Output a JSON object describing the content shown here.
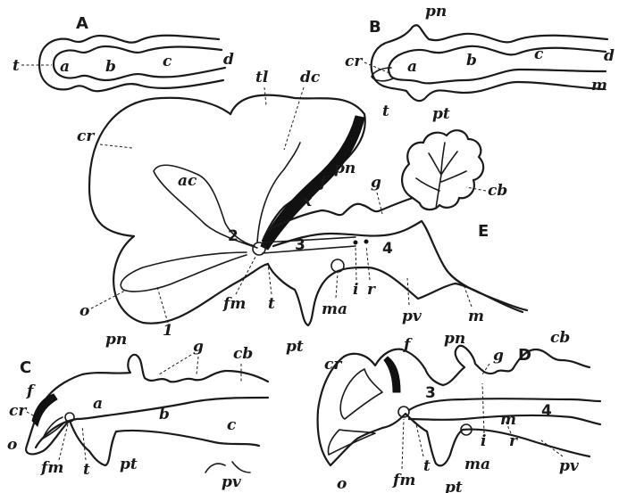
{
  "panel_A": {
    "letter": "A",
    "labels": {
      "t": "t",
      "a": "a",
      "b": "b",
      "c": "c",
      "d": "d"
    }
  },
  "panel_B": {
    "letter": "B",
    "labels": {
      "pn": "pn",
      "cr": "cr",
      "a": "a",
      "b": "b",
      "c": "c",
      "d": "d",
      "t": "t",
      "pt": "pt",
      "m": "m"
    }
  },
  "panel_E": {
    "letter": "E",
    "labels": {
      "tl": "tl",
      "dc": "dc",
      "cr": "cr",
      "ac": "ac",
      "pn": "pn",
      "f": "f",
      "x": "x",
      "g": "g",
      "cb": "cb",
      "n2": "2",
      "n3": "3",
      "n4": "4",
      "o": "o",
      "n1": "1",
      "fm": "fm",
      "t": "t",
      "pt": "pt",
      "ma": "ma",
      "i": "i",
      "r": "r",
      "pv": "pv",
      "m": "m"
    }
  },
  "panel_C": {
    "letter": "C",
    "labels": {
      "pn": "pn",
      "g": "g",
      "cb": "cb",
      "f": "f",
      "cr": "cr",
      "a": "a",
      "b": "b",
      "c": "c",
      "o": "o",
      "fm": "fm",
      "t": "t",
      "pt": "pt",
      "pv": "pv"
    }
  },
  "panel_D": {
    "letter": "D",
    "labels": {
      "cr": "cr",
      "f": "f",
      "pn": "pn",
      "g": "g",
      "cb": "cb",
      "n3": "3",
      "n4": "4",
      "m": "m",
      "i": "i",
      "r": "r",
      "o": "o",
      "fm": "fm",
      "t": "t",
      "ma": "ma",
      "pt": "pt",
      "pv": "pv"
    }
  }
}
